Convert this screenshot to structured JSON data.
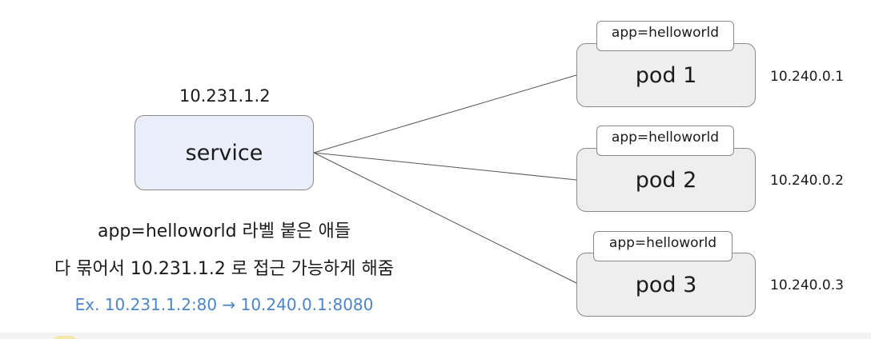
{
  "service": {
    "label": "service",
    "ip": "10.231.1.2"
  },
  "pods": [
    {
      "label": "pod 1",
      "tag": "app=helloworld",
      "ip": "10.240.0.1"
    },
    {
      "label": "pod 2",
      "tag": "app=helloworld",
      "ip": "10.240.0.2"
    },
    {
      "label": "pod 3",
      "tag": "app=helloworld",
      "ip": "10.240.0.3"
    }
  ],
  "description": {
    "line1": "app=helloworld 라벨 붙은 애들",
    "line2": "다 묶어서 10.231.1.2 로 접근 가능하게 해줌"
  },
  "example": "Ex. 10.231.1.2:80  → 10.240.0.1:8080",
  "colors": {
    "service_fill": "#eaeefa",
    "pod_fill": "#eeeeee",
    "border": "#8a8a8a",
    "example_text": "#4a86cf"
  }
}
